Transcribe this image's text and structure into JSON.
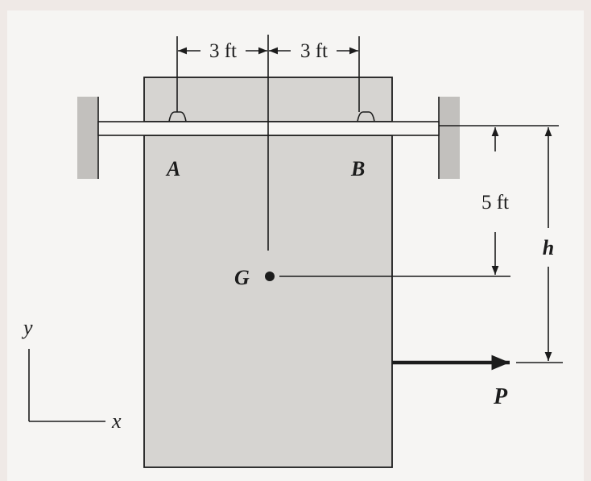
{
  "labels": {
    "dim_left": "3 ft",
    "dim_right": "3 ft",
    "dim_vertical": "5 ft",
    "height": "h",
    "point_a": "A",
    "point_b": "B",
    "center": "G",
    "force": "P",
    "axis_x": "x",
    "axis_y": "y"
  },
  "colors": {
    "crate": "#d6d4d1",
    "line": "#1c1c1c",
    "wall": "#c2c0bd",
    "rod": "#f6f5f3"
  }
}
